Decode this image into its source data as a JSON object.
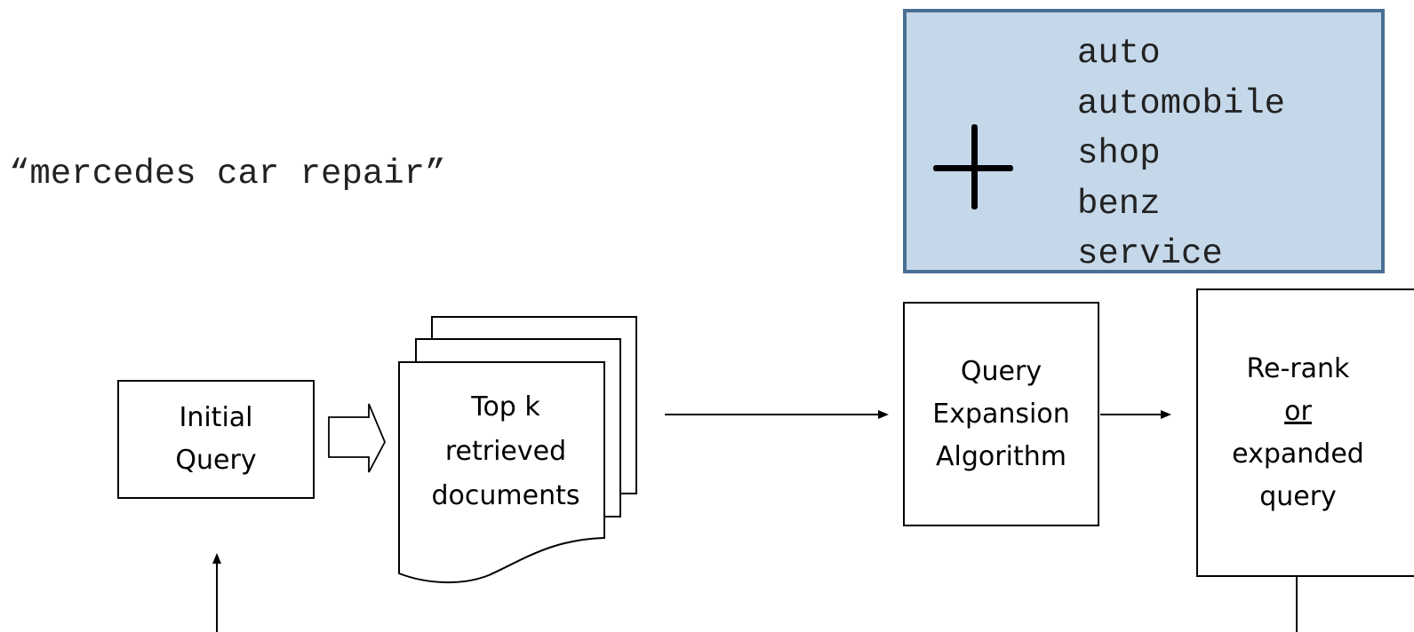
{
  "query": {
    "text": "“mercedes car repair”"
  },
  "expansion": {
    "plus_symbol": "+",
    "terms": [
      "auto",
      "automobile",
      "shop",
      "benz",
      "service"
    ],
    "colors": {
      "fill": "#c5d8ea",
      "border": "#4a6f93"
    }
  },
  "nodes": {
    "initial_query": {
      "line1": "Initial",
      "line2": "Query"
    },
    "top_k_docs": {
      "line1": "Top k",
      "line2": "retrieved",
      "line3": "documents"
    },
    "query_expansion": {
      "line1": "Query",
      "line2": "Expansion",
      "line3": "Algorithm"
    },
    "rerank": {
      "line1": "Re-rank",
      "line2": "or",
      "line3": "expanded",
      "line4": "query"
    }
  }
}
